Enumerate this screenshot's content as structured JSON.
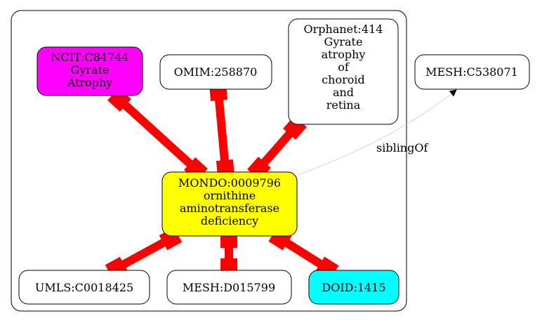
{
  "diagram": {
    "nodes": {
      "ncit": {
        "lines": [
          "NCIT:C84744",
          "Gyrate",
          "Atrophy"
        ],
        "fill": "#ff00ff"
      },
      "omim": {
        "lines": [
          "OMIM:258870"
        ],
        "fill": "#ffffff"
      },
      "orphanet": {
        "lines": [
          "Orphanet:414",
          "Gyrate",
          "atrophy",
          "of",
          "choroid",
          "and",
          "retina"
        ],
        "fill": "#ffffff"
      },
      "mesh_c": {
        "lines": [
          "MESH:C538071"
        ],
        "fill": "#ffffff"
      },
      "mondo": {
        "lines": [
          "MONDO:0009796",
          "ornithine",
          "aminotransferase",
          "deficiency"
        ],
        "fill": "#ffff00"
      },
      "umls": {
        "lines": [
          "UMLS:C0018425"
        ],
        "fill": "#ffffff"
      },
      "mesh_d": {
        "lines": [
          "MESH:D015799"
        ],
        "fill": "#ffffff"
      },
      "doid": {
        "lines": [
          "DOID:1415"
        ],
        "fill": "#00ffff"
      }
    },
    "edges": {
      "sibling": {
        "label": "siblingOf",
        "from": "mondo",
        "to": "mesh_c"
      }
    },
    "colors": {
      "equivalence_edge": "#ff0000",
      "cluster_border": "#000000"
    }
  }
}
